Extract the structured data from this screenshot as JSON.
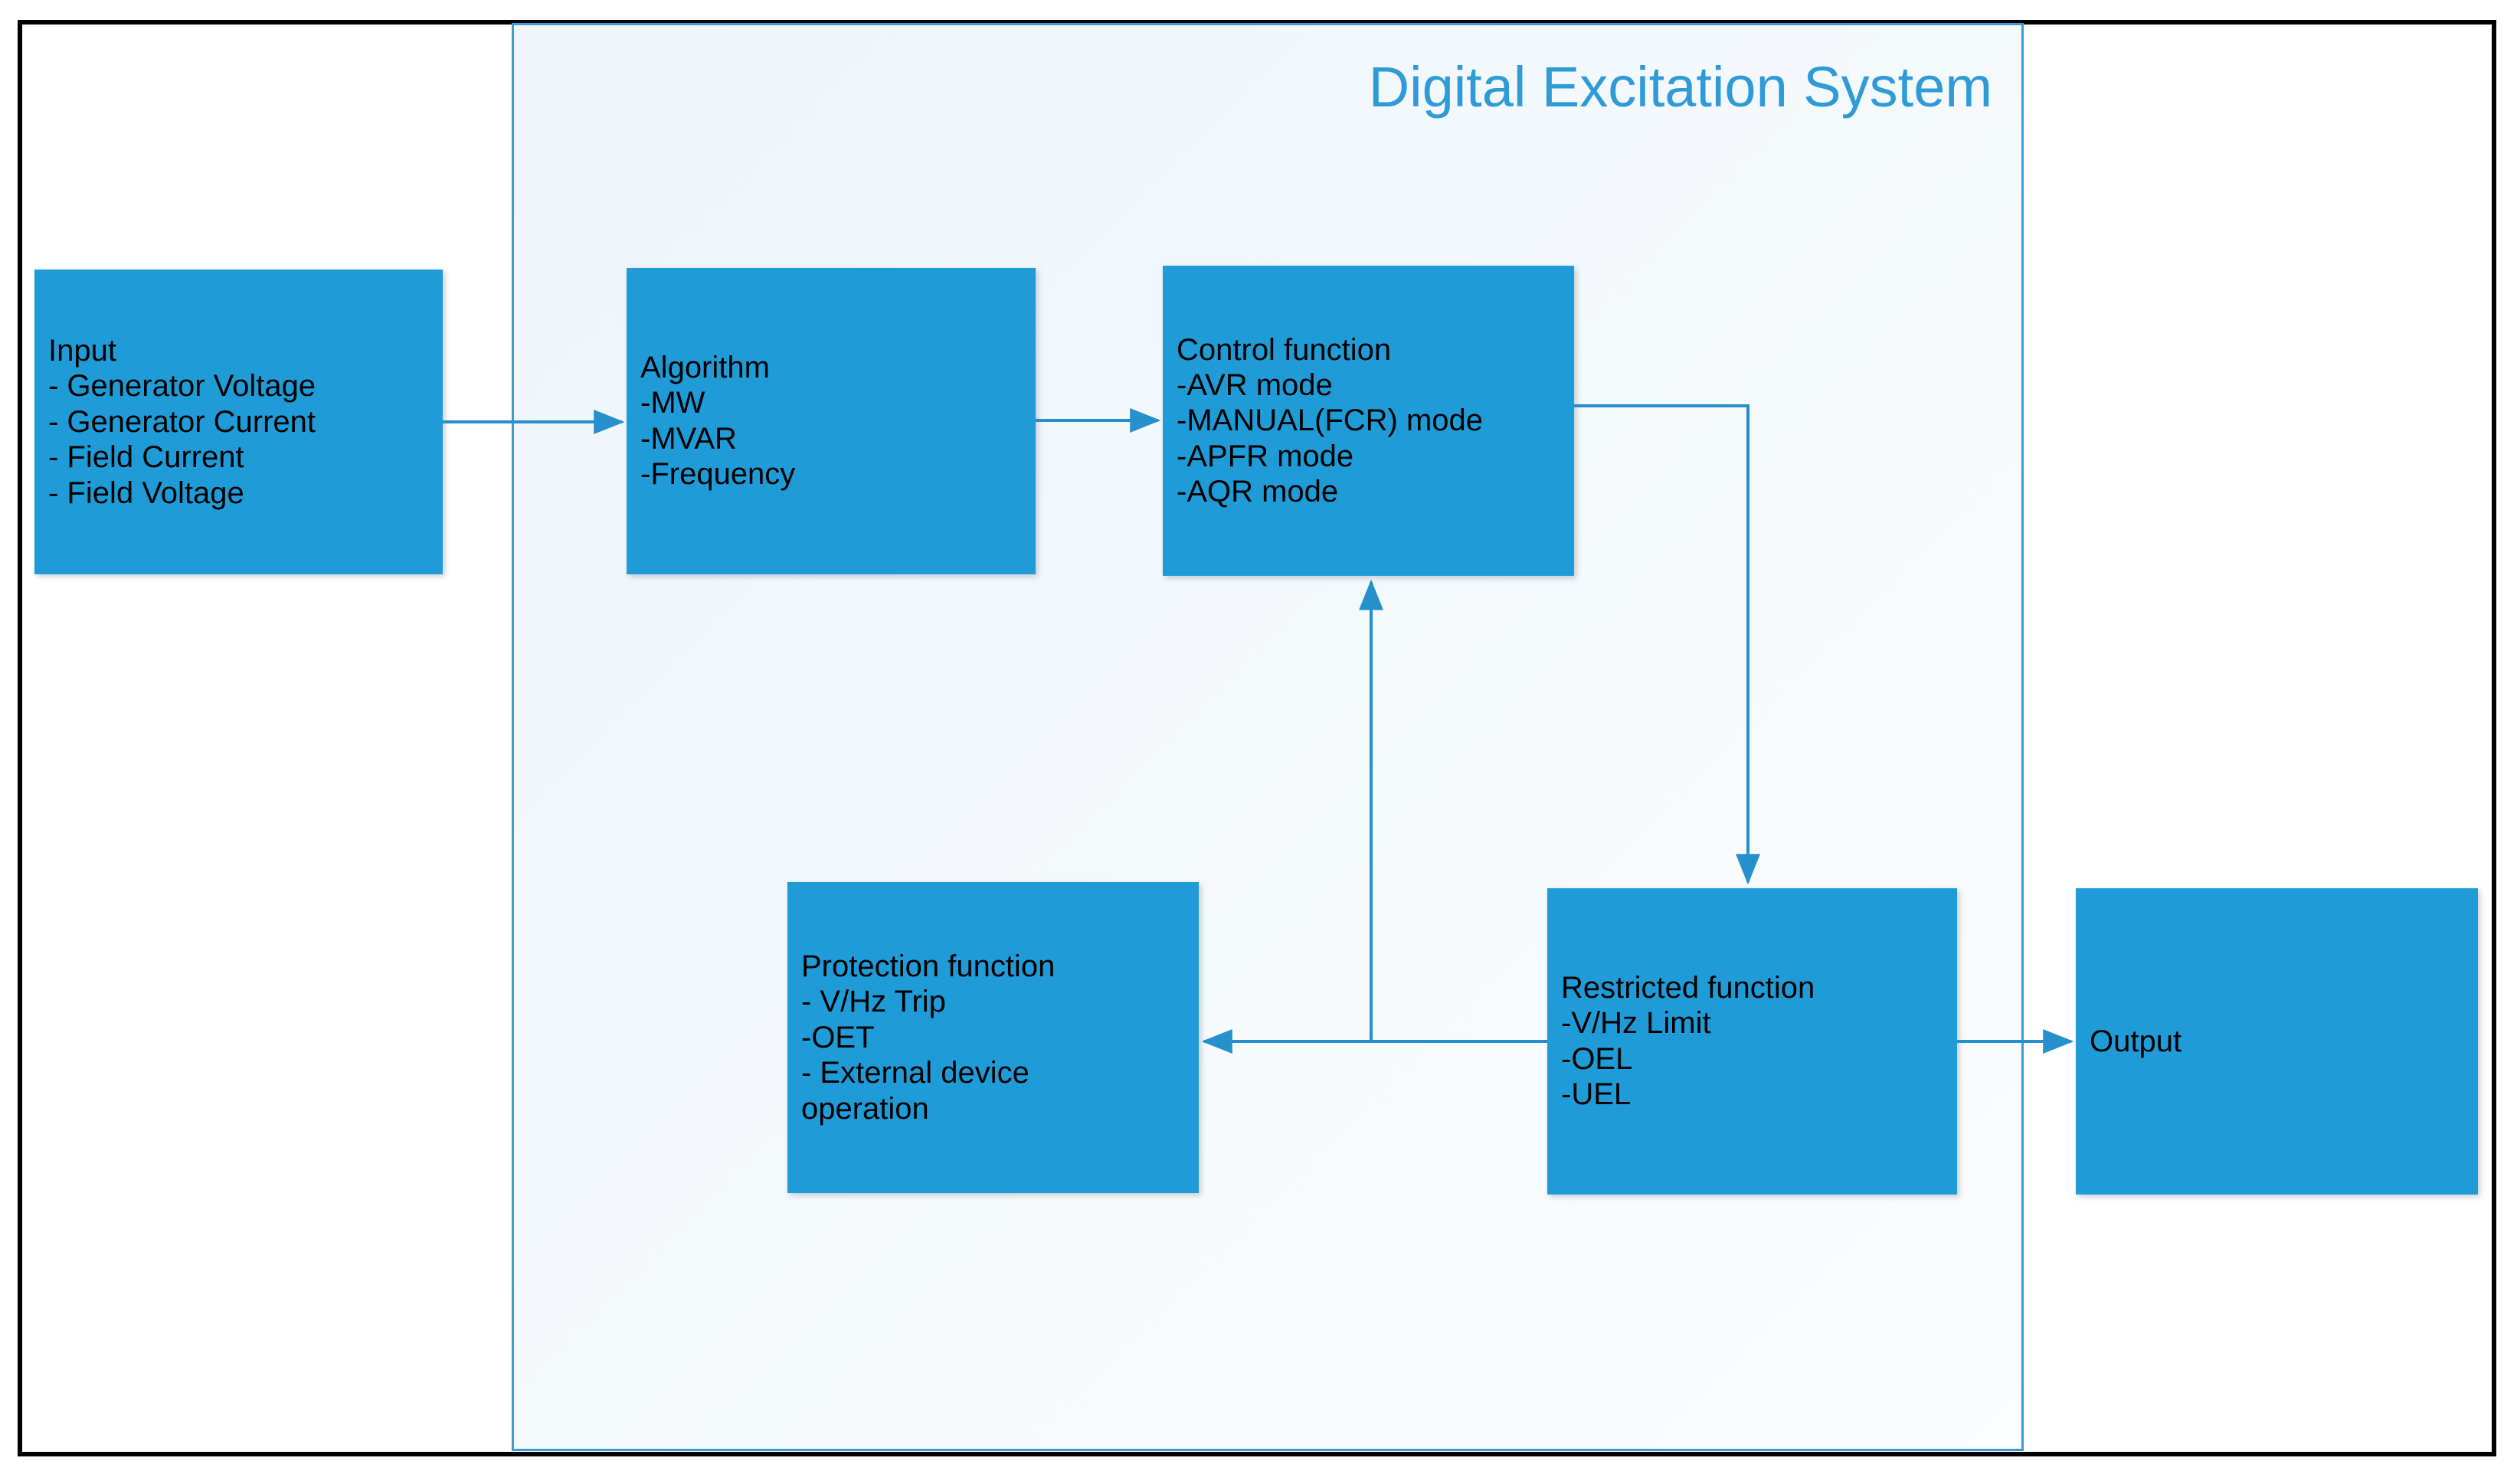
{
  "diagram": {
    "title": "Digital Excitation System",
    "title_color": "#2e9bd6",
    "node_fill": "#1f9cd8",
    "connector_color": "#2e9bd6",
    "outer_border_color": "#000000",
    "container_border_color": "#3d9cd2",
    "nodes": [
      {
        "id": "input",
        "label": "Input",
        "text": "Input\n- Generator Voltage\n- Generator Current\n- Field Current\n- Field Voltage",
        "items": [
          "- Generator Voltage",
          "- Generator Current",
          "- Field Current",
          "- Field Voltage"
        ],
        "inside_container": false
      },
      {
        "id": "algorithm",
        "label": "Algorithm",
        "text": "Algorithm\n-MW\n-MVAR\n-Frequency",
        "items": [
          "-MW",
          "-MVAR",
          "-Frequency"
        ],
        "inside_container": true
      },
      {
        "id": "control",
        "label": "Control function",
        "text": "Control function\n-AVR mode\n-MANUAL(FCR) mode\n-APFR mode\n-AQR mode",
        "items": [
          "-AVR mode",
          "-MANUAL(FCR) mode",
          "-APFR mode",
          "-AQR mode"
        ],
        "inside_container": true
      },
      {
        "id": "protection",
        "label": "Protection function",
        "text": "Protection function\n- V/Hz Trip\n-OET\n- External device\noperation",
        "items": [
          "- V/Hz Trip",
          "-OET",
          "- External device operation"
        ],
        "inside_container": true
      },
      {
        "id": "restricted",
        "label": "Restricted function",
        "text": "Restricted function\n-V/Hz Limit\n-OEL\n-UEL",
        "items": [
          "-V/Hz Limit",
          "-OEL",
          "-UEL"
        ],
        "inside_container": true
      },
      {
        "id": "output",
        "label": "Output",
        "text": "Output",
        "items": [],
        "inside_container": false
      }
    ],
    "connections": [
      {
        "from": "input",
        "to": "algorithm",
        "style": "straight-right"
      },
      {
        "from": "algorithm",
        "to": "control",
        "style": "straight-right"
      },
      {
        "from": "control",
        "to": "restricted",
        "style": "right-then-down"
      },
      {
        "from": "restricted",
        "to": "protection",
        "style": "straight-left"
      },
      {
        "from": "restricted",
        "to": "output",
        "style": "straight-right"
      },
      {
        "from": "protection-link",
        "to": "control",
        "style": "up-from-horizontal"
      }
    ]
  }
}
